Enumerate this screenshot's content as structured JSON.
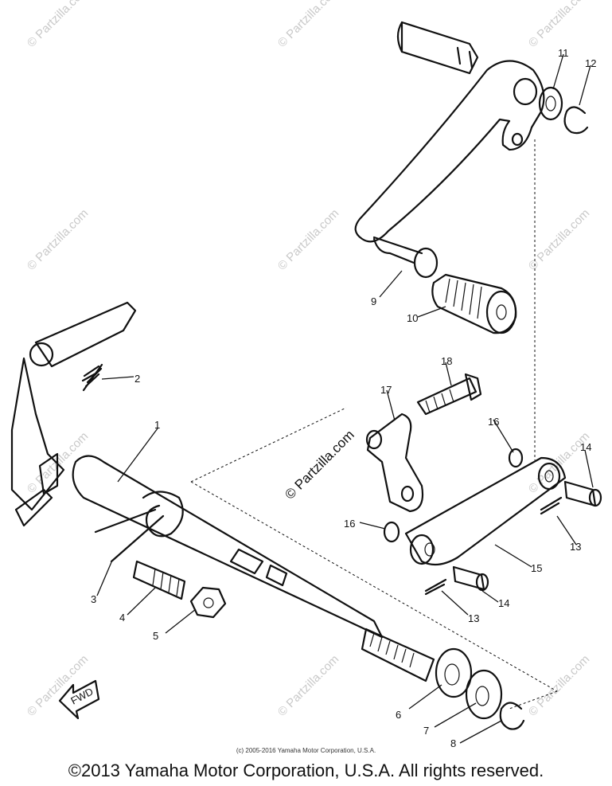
{
  "watermark": "© Partzilla.com",
  "watermark_center": "© Partzilla.com",
  "callouts": {
    "c1": "1",
    "c2": "2",
    "c3": "3",
    "c4": "4",
    "c5": "5",
    "c6": "6",
    "c7": "7",
    "c8": "8",
    "c9": "9",
    "c10": "10",
    "c11": "11",
    "c12": "12",
    "c13a": "13",
    "c13b": "13",
    "c14a": "14",
    "c14b": "14",
    "c15": "15",
    "c16a": "16",
    "c16b": "16",
    "c17": "17",
    "c18": "18"
  },
  "fwd_label": "FWD",
  "small_copyright": "(c) 2005-2016 Yamaha Motor Corporation, U.S.A.",
  "copyright": "©2013 Yamaha Motor Corporation, U.S.A. All rights reserved."
}
